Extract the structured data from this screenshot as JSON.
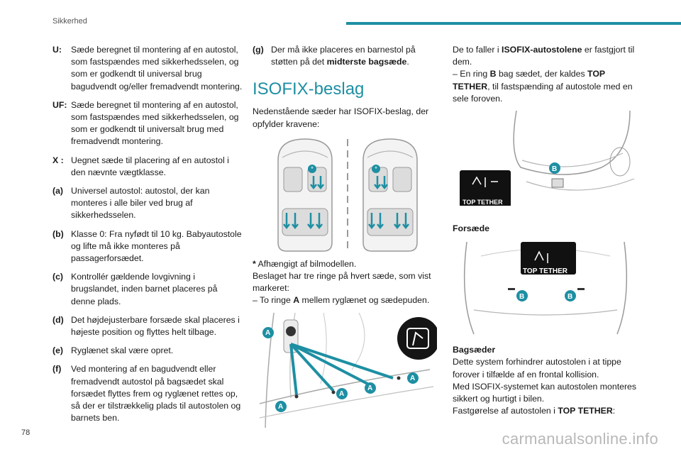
{
  "header": {
    "section": "Sikkerhed"
  },
  "footer": {
    "page_number": "78",
    "watermark": "carmanualsonline.info"
  },
  "col1": {
    "defs": [
      {
        "key": "U:",
        "text": "Sæde beregnet til montering af en autostol, som fastspændes med sikkerhedsselen, og som er godkendt til universal brug bagudvendt og/eller fremadvendt montering."
      },
      {
        "key": "UF:",
        "text": "Sæde beregnet til montering af en autostol, som fastspændes med sikkerhedsselen, og som er godkendt til universalt brug med fremadvendt montering."
      },
      {
        "key": "X :",
        "text": "Uegnet sæde til placering af en autostol i den nævnte vægtklasse."
      },
      {
        "key": "(a)",
        "text": "Universel autostol: autostol, der kan monteres i alle biler ved brug af sikkerhedsselen."
      },
      {
        "key": "(b)",
        "text": "Klasse 0: Fra nyfødt til 10 kg. Babyautostole og lifte må ikke monteres på passagerforsædet."
      },
      {
        "key": "(c)",
        "text": "Kontrollér gældende lovgivning i brugslandet, inden barnet placeres på denne plads."
      },
      {
        "key": "(d)",
        "text": "Det højdejusterbare forsæde skal placeres i højeste position og flyttes helt tilbage."
      },
      {
        "key": "(e)",
        "text": "Ryglænet skal være opret."
      },
      {
        "key": "(f)",
        "text": "Ved montering af en bagudvendt eller fremadvendt autostol på bagsædet skal forsædet flyttes frem og ryglænet rettes op, så der er tilstrækkelig plads til autostolen og barnets ben."
      }
    ]
  },
  "col2": {
    "g_key": "(g)",
    "g_text_1": "Der må ikke placeres en barnestol på støtten på det ",
    "g_text_bold": "midterste bagsæde",
    "g_text_2": ".",
    "heading": "ISOFIX-beslag",
    "intro": "Nedenstående sæder har ISOFIX-beslag, der opfylder kravene:",
    "footnote_star": "*",
    "footnote": " Afhængigt af bilmodellen.",
    "rings_text": "Beslaget har tre ringe på hvert sæde, som vist markeret:",
    "rings_item_1": "–  To ringe ",
    "rings_item_bold": "A",
    "rings_item_2": " mellem ryglænet og sædepuden.",
    "callout": "A"
  },
  "col3": {
    "p1_1": "De to faller i ",
    "p1_bold": "ISOFIX-autostolene",
    "p1_2": " er fastgjort til dem.",
    "p2_1": "–  En ring ",
    "p2_bold1": "B",
    "p2_2": " bag sædet, der kaldes ",
    "p2_bold2": "TOP TETHER",
    "p2_3": ", til fastspænding af autostole med en sele foroven.",
    "badge": "TOP TETHER",
    "callout": "B",
    "front_label": "Forsæde",
    "rear_label": "Bagsæder",
    "rear_1": "Dette system forhindrer autostolen i at tippe forover i tilfælde af en frontal kollision.",
    "rear_2": "Med ISOFIX-systemet kan autostolen monteres sikkert og hurtigt i bilen.",
    "rear_3_1": "Fastgørelse af autostolen i ",
    "rear_3_bold": "TOP TETHER",
    "rear_3_2": ":"
  },
  "colors": {
    "accent": "#1e8fa3",
    "text": "#1a1a1a"
  }
}
